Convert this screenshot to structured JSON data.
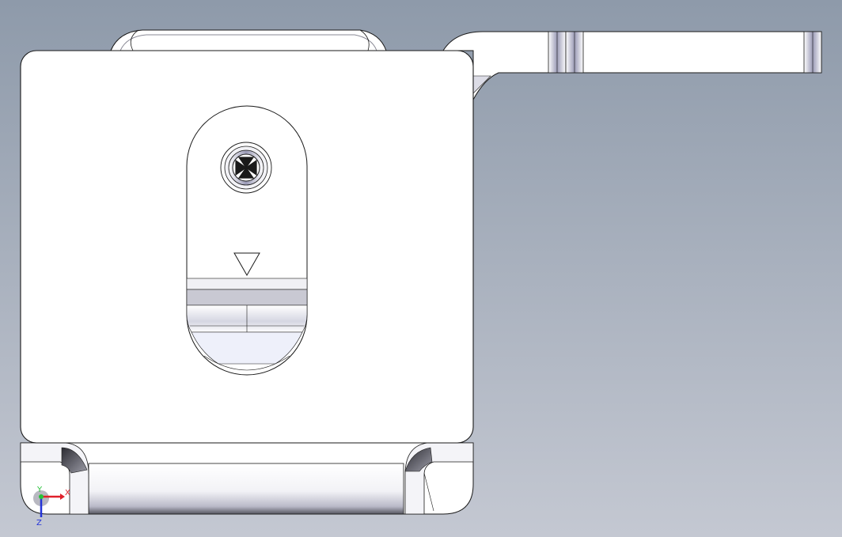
{
  "viewport": {
    "background_top": "#8e9aaa",
    "background_bottom": "#c4c8d2",
    "model_fill": "#ffffff",
    "model_edge": "#1a1a1a",
    "shade_light": "#e9e9ef",
    "shade_mid": "#b8b9c9",
    "shade_dark": "#6f6f7a"
  },
  "triad": {
    "x_label": "X",
    "y_label": "Y",
    "z_label": "Z",
    "x_color": "#e0202a",
    "y_color": "#28c23a",
    "z_color": "#2434d8"
  }
}
